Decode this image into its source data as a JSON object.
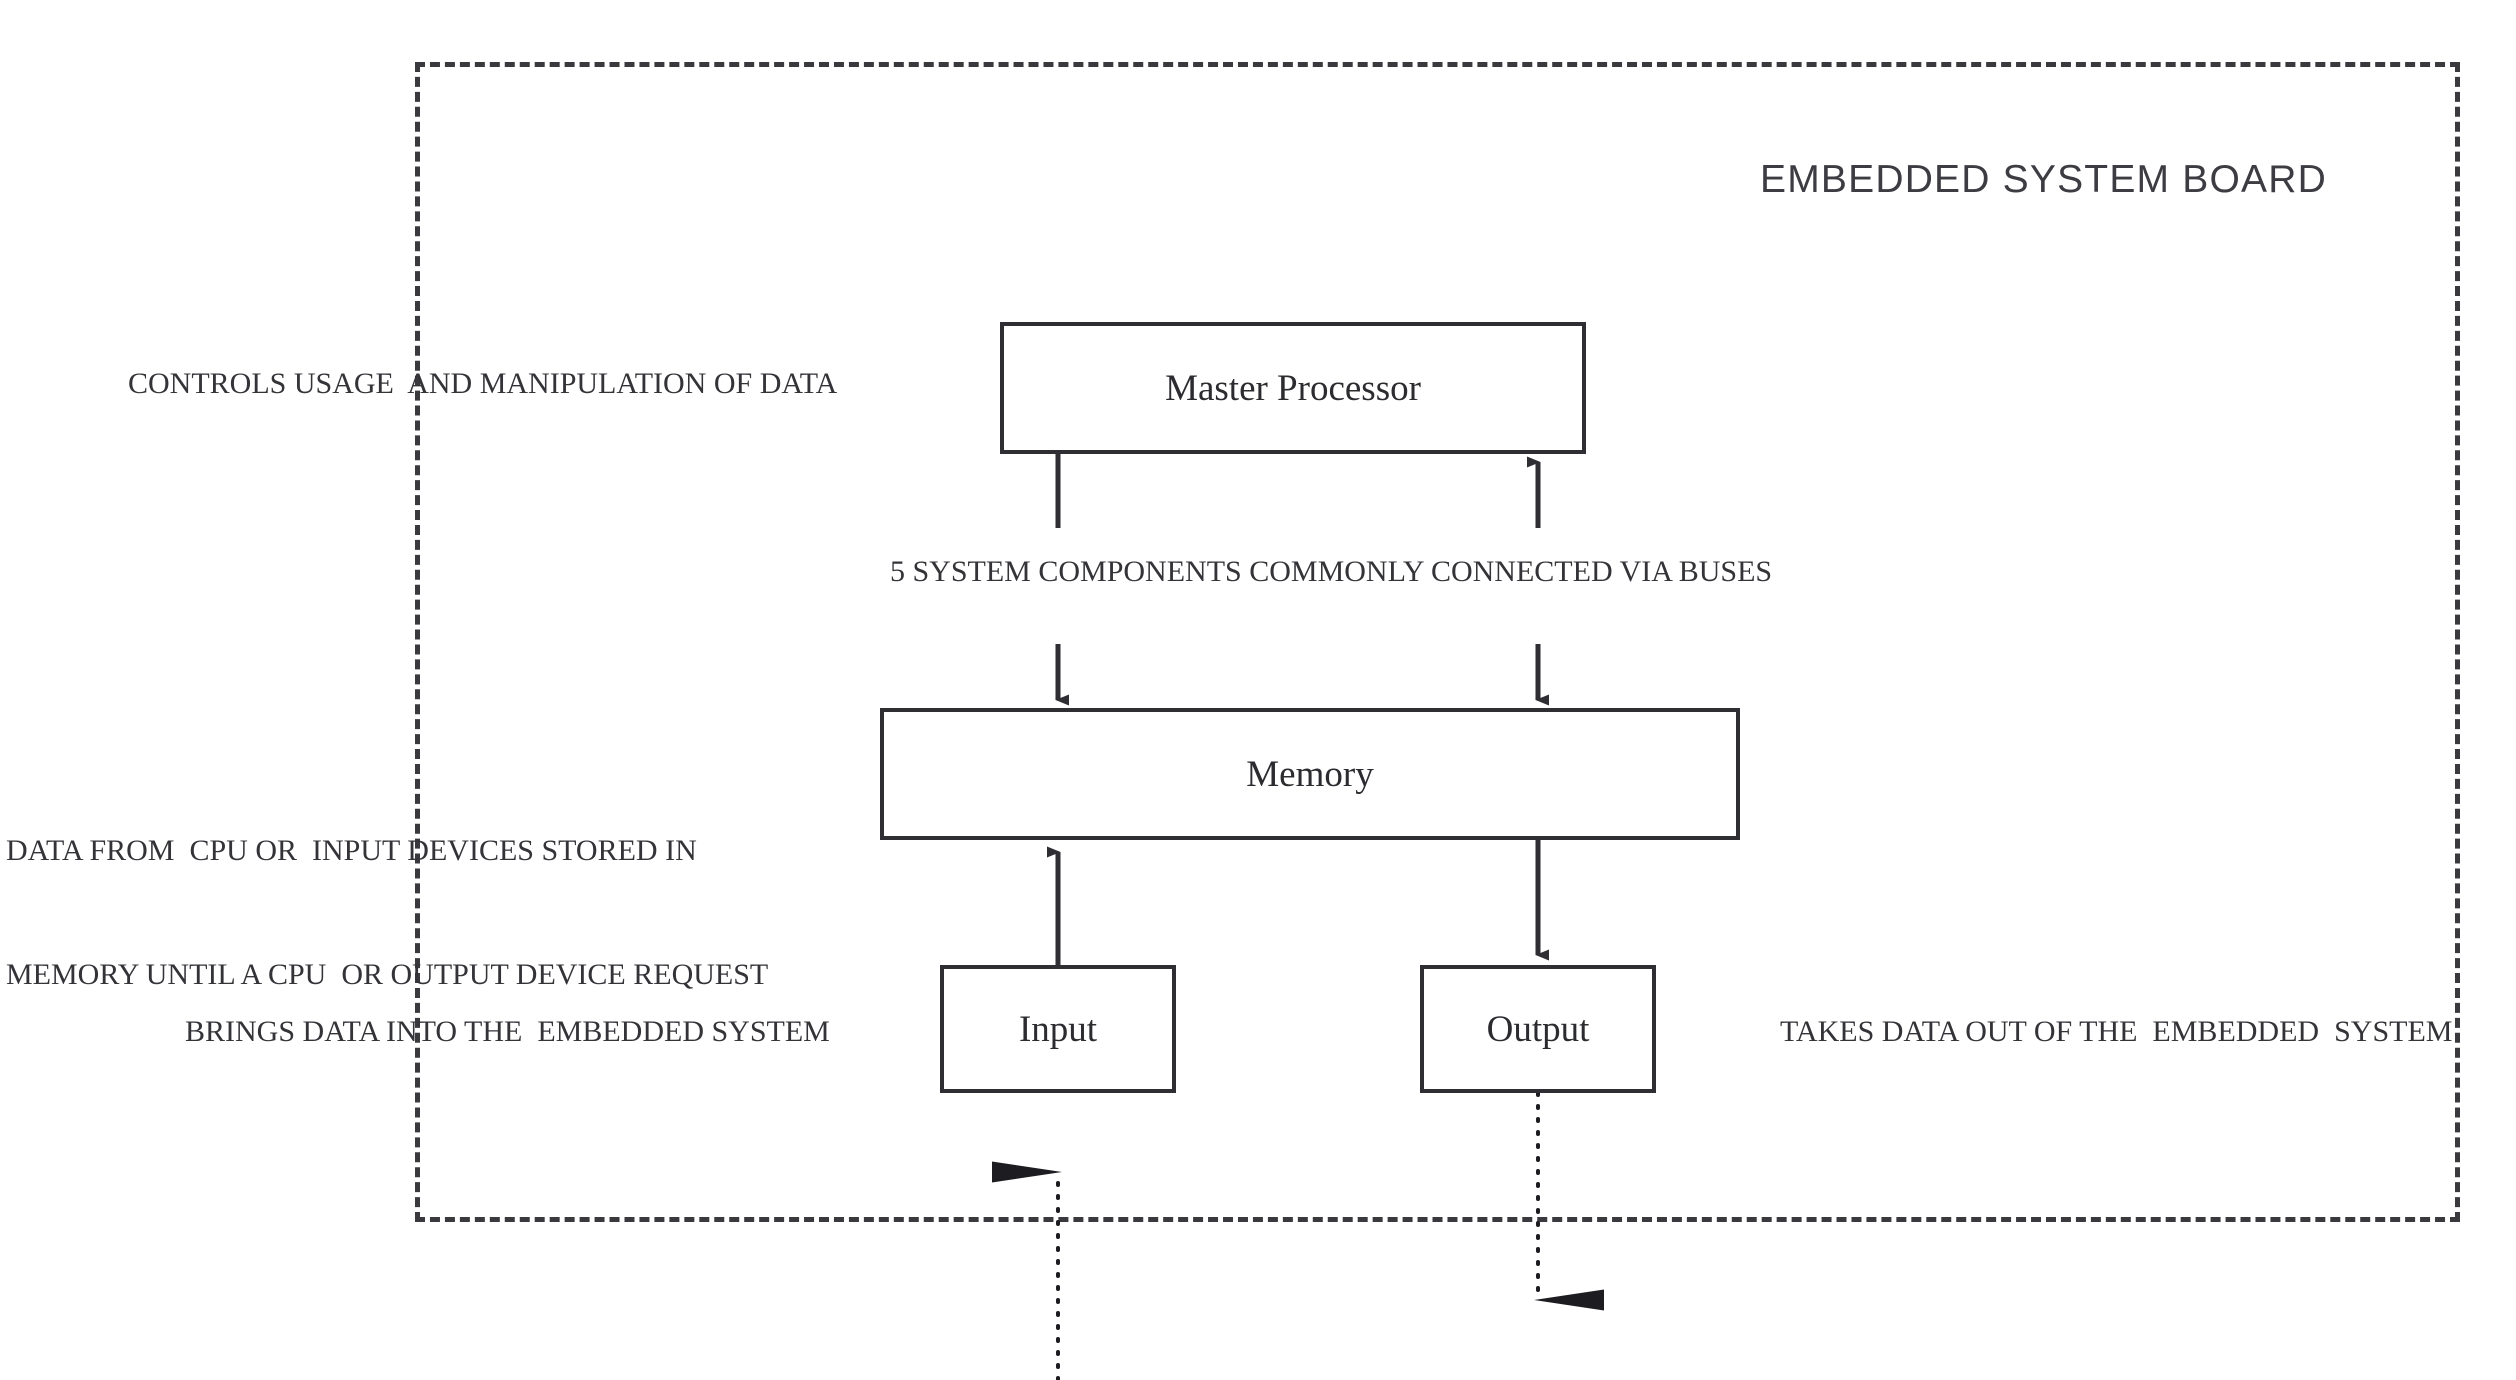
{
  "board": {
    "title": "EMBEDDED SYSTEM BOARD",
    "boundary_style": "dashed"
  },
  "nodes": [
    {
      "id": "master-processor",
      "label": "Master Processor"
    },
    {
      "id": "memory",
      "label": "Memory"
    },
    {
      "id": "input",
      "label": "Input"
    },
    {
      "id": "output",
      "label": "Output"
    }
  ],
  "captions": {
    "controls": "CONTROLS USAGE  AND MANIPULATION OF DATA",
    "buses": "5 SYSTEM COMPONENTS COMMONLY CONNECTED VIA BUSES",
    "memory_line1": "DATA FROM  CPU OR  INPUT DEVICES STORED IN",
    "memory_line2": "MEMORY UNTIL A CPU  OR OUTPUT DEVICE REQUEST",
    "input": "BRINGS DATA INTO THE  EMBEDDED SYSTEM",
    "output": "TAKES DATA OUT OF THE  EMBEDDED  SYSTEM"
  },
  "colors": {
    "line": "#2e2e33",
    "dashed_border": "#3a3a3e",
    "text": "#333338",
    "title_text": "#3c3c42",
    "background": "#ffffff"
  },
  "connections": [
    {
      "from": "master-processor",
      "to": "memory",
      "direction": "down",
      "style": "solid",
      "side": "left"
    },
    {
      "from": "memory",
      "to": "master-processor",
      "direction": "up",
      "style": "solid",
      "side": "right"
    },
    {
      "from": "input",
      "to": "memory",
      "direction": "up",
      "style": "solid",
      "side": "left"
    },
    {
      "from": "memory",
      "to": "output",
      "direction": "down",
      "style": "solid",
      "side": "right"
    },
    {
      "from": "external",
      "to": "input",
      "direction": "up",
      "style": "dotted",
      "side": "left"
    },
    {
      "from": "output",
      "to": "external",
      "direction": "down",
      "style": "dotted",
      "side": "right"
    }
  ]
}
